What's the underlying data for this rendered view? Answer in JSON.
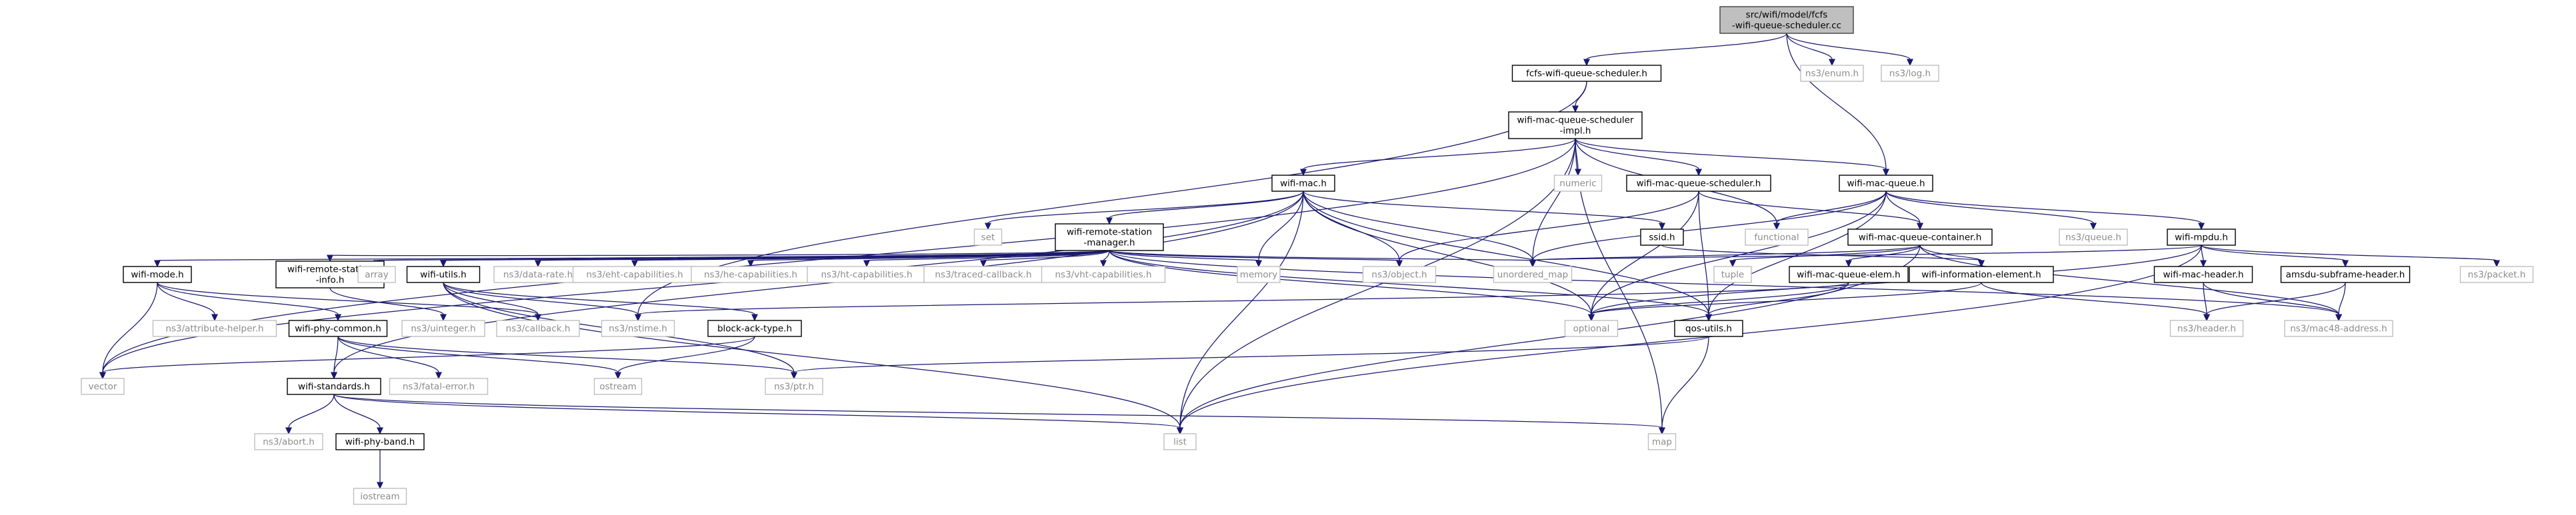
{
  "graph": {
    "nodes": [
      {
        "id": "root",
        "lines": [
          "src/wifi/model/fcfs",
          "-wifi-queue-scheduler.cc"
        ],
        "kind": "root"
      },
      {
        "id": "fcfs_h",
        "lines": [
          "fcfs-wifi-queue-scheduler.h"
        ],
        "kind": "file"
      },
      {
        "id": "enum_h",
        "lines": [
          "ns3/enum.h"
        ],
        "kind": "external"
      },
      {
        "id": "log_h",
        "lines": [
          "ns3/log.h"
        ],
        "kind": "external"
      },
      {
        "id": "impl_h",
        "lines": [
          "wifi-mac-queue-scheduler",
          "-impl.h"
        ],
        "kind": "file"
      },
      {
        "id": "wifimac_h",
        "lines": [
          "wifi-mac.h"
        ],
        "kind": "file"
      },
      {
        "id": "numeric",
        "lines": [
          "numeric"
        ],
        "kind": "external"
      },
      {
        "id": "sched_h",
        "lines": [
          "wifi-mac-queue-scheduler.h"
        ],
        "kind": "file"
      },
      {
        "id": "queue_h",
        "lines": [
          "wifi-mac-queue.h"
        ],
        "kind": "file"
      },
      {
        "id": "set",
        "lines": [
          "set"
        ],
        "kind": "external"
      },
      {
        "id": "rsm_h",
        "lines": [
          "wifi-remote-station",
          "-manager.h"
        ],
        "kind": "file"
      },
      {
        "id": "ssid_h",
        "lines": [
          "ssid.h"
        ],
        "kind": "file"
      },
      {
        "id": "functional",
        "lines": [
          "functional"
        ],
        "kind": "external"
      },
      {
        "id": "container_h",
        "lines": [
          "wifi-mac-queue-container.h"
        ],
        "kind": "file"
      },
      {
        "id": "ns3queue_h",
        "lines": [
          "ns3/queue.h"
        ],
        "kind": "external"
      },
      {
        "id": "mpdu_h",
        "lines": [
          "wifi-mpdu.h"
        ],
        "kind": "file"
      },
      {
        "id": "wifimode_h",
        "lines": [
          "wifi-mode.h"
        ],
        "kind": "file"
      },
      {
        "id": "rsi_h",
        "lines": [
          "wifi-remote-station",
          "-info.h"
        ],
        "kind": "file"
      },
      {
        "id": "array",
        "lines": [
          "array"
        ],
        "kind": "external"
      },
      {
        "id": "utils_h",
        "lines": [
          "wifi-utils.h"
        ],
        "kind": "file"
      },
      {
        "id": "datarate_h",
        "lines": [
          "ns3/data-rate.h"
        ],
        "kind": "external"
      },
      {
        "id": "eht_h",
        "lines": [
          "ns3/eht-capabilities.h"
        ],
        "kind": "external"
      },
      {
        "id": "he_h",
        "lines": [
          "ns3/he-capabilities.h"
        ],
        "kind": "external"
      },
      {
        "id": "ht_h",
        "lines": [
          "ns3/ht-capabilities.h"
        ],
        "kind": "external"
      },
      {
        "id": "traced_h",
        "lines": [
          "ns3/traced-callback.h"
        ],
        "kind": "external"
      },
      {
        "id": "vht_h",
        "lines": [
          "ns3/vht-capabilities.h"
        ],
        "kind": "external"
      },
      {
        "id": "memory",
        "lines": [
          "memory"
        ],
        "kind": "external"
      },
      {
        "id": "object_h",
        "lines": [
          "ns3/object.h"
        ],
        "kind": "external"
      },
      {
        "id": "unordered_map",
        "lines": [
          "unordered_map"
        ],
        "kind": "external"
      },
      {
        "id": "tuple",
        "lines": [
          "tuple"
        ],
        "kind": "external"
      },
      {
        "id": "elem_h",
        "lines": [
          "wifi-mac-queue-elem.h"
        ],
        "kind": "file"
      },
      {
        "id": "infoelem_h",
        "lines": [
          "wifi-information-element.h"
        ],
        "kind": "file"
      },
      {
        "id": "macheader_h",
        "lines": [
          "wifi-mac-header.h"
        ],
        "kind": "file"
      },
      {
        "id": "amsdu_h",
        "lines": [
          "amsdu-subframe-header.h"
        ],
        "kind": "file"
      },
      {
        "id": "packet_h",
        "lines": [
          "ns3/packet.h"
        ],
        "kind": "external"
      },
      {
        "id": "attrhelper_h",
        "lines": [
          "ns3/attribute-helper.h"
        ],
        "kind": "external"
      },
      {
        "id": "phycommon_h",
        "lines": [
          "wifi-phy-common.h"
        ],
        "kind": "file"
      },
      {
        "id": "uinteger_h",
        "lines": [
          "ns3/uinteger.h"
        ],
        "kind": "external"
      },
      {
        "id": "callback_h",
        "lines": [
          "ns3/callback.h"
        ],
        "kind": "external"
      },
      {
        "id": "nstime_h",
        "lines": [
          "ns3/nstime.h"
        ],
        "kind": "external"
      },
      {
        "id": "blockack_h",
        "lines": [
          "block-ack-type.h"
        ],
        "kind": "file"
      },
      {
        "id": "optional",
        "lines": [
          "optional"
        ],
        "kind": "external"
      },
      {
        "id": "qosutils_h",
        "lines": [
          "qos-utils.h"
        ],
        "kind": "file"
      },
      {
        "id": "header_h",
        "lines": [
          "ns3/header.h"
        ],
        "kind": "external"
      },
      {
        "id": "mac48_h",
        "lines": [
          "ns3/mac48-address.h"
        ],
        "kind": "external"
      },
      {
        "id": "vector",
        "lines": [
          "vector"
        ],
        "kind": "external"
      },
      {
        "id": "standards_h",
        "lines": [
          "wifi-standards.h"
        ],
        "kind": "file"
      },
      {
        "id": "fatalerror_h",
        "lines": [
          "ns3/fatal-error.h"
        ],
        "kind": "external"
      },
      {
        "id": "ostream",
        "lines": [
          "ostream"
        ],
        "kind": "external"
      },
      {
        "id": "ptr_h",
        "lines": [
          "ns3/ptr.h"
        ],
        "kind": "external"
      },
      {
        "id": "abort_h",
        "lines": [
          "ns3/abort.h"
        ],
        "kind": "external"
      },
      {
        "id": "phyband_h",
        "lines": [
          "wifi-phy-band.h"
        ],
        "kind": "file"
      },
      {
        "id": "list",
        "lines": [
          "list"
        ],
        "kind": "external"
      },
      {
        "id": "map",
        "lines": [
          "map"
        ],
        "kind": "external"
      },
      {
        "id": "iostream",
        "lines": [
          "iostream"
        ],
        "kind": "external"
      }
    ],
    "edges": [
      [
        "root",
        "fcfs_h"
      ],
      [
        "root",
        "enum_h"
      ],
      [
        "root",
        "log_h"
      ],
      [
        "root",
        "queue_h"
      ],
      [
        "fcfs_h",
        "impl_h"
      ],
      [
        "fcfs_h",
        "nstime_h"
      ],
      [
        "impl_h",
        "wifimac_h"
      ],
      [
        "impl_h",
        "numeric"
      ],
      [
        "impl_h",
        "sched_h"
      ],
      [
        "impl_h",
        "queue_h"
      ],
      [
        "impl_h",
        "functional"
      ],
      [
        "impl_h",
        "unordered_map"
      ],
      [
        "impl_h",
        "vector"
      ],
      [
        "impl_h",
        "list"
      ],
      [
        "impl_h",
        "map"
      ],
      [
        "wifimac_h",
        "set"
      ],
      [
        "wifimac_h",
        "rsm_h"
      ],
      [
        "wifimac_h",
        "ssid_h"
      ],
      [
        "wifimac_h",
        "memory"
      ],
      [
        "wifimac_h",
        "object_h"
      ],
      [
        "wifimac_h",
        "unordered_map"
      ],
      [
        "wifimac_h",
        "optional"
      ],
      [
        "wifimac_h",
        "qosutils_h"
      ],
      [
        "wifimac_h",
        "list"
      ],
      [
        "wifimac_h",
        "vector"
      ],
      [
        "wifimac_h",
        "standards_h"
      ],
      [
        "sched_h",
        "container_h"
      ],
      [
        "sched_h",
        "object_h"
      ],
      [
        "sched_h",
        "optional"
      ],
      [
        "sched_h",
        "qosutils_h"
      ],
      [
        "queue_h",
        "functional"
      ],
      [
        "queue_h",
        "container_h"
      ],
      [
        "queue_h",
        "ns3queue_h"
      ],
      [
        "queue_h",
        "mpdu_h"
      ],
      [
        "queue_h",
        "unordered_map"
      ],
      [
        "queue_h",
        "optional"
      ],
      [
        "queue_h",
        "qosutils_h"
      ],
      [
        "ssid_h",
        "infoelem_h"
      ],
      [
        "rsm_h",
        "wifimode_h"
      ],
      [
        "rsm_h",
        "rsi_h"
      ],
      [
        "rsm_h",
        "array"
      ],
      [
        "rsm_h",
        "utils_h"
      ],
      [
        "rsm_h",
        "datarate_h"
      ],
      [
        "rsm_h",
        "eht_h"
      ],
      [
        "rsm_h",
        "he_h"
      ],
      [
        "rsm_h",
        "ht_h"
      ],
      [
        "rsm_h",
        "traced_h"
      ],
      [
        "rsm_h",
        "vht_h"
      ],
      [
        "rsm_h",
        "memory"
      ],
      [
        "rsm_h",
        "object_h"
      ],
      [
        "rsm_h",
        "unordered_map"
      ],
      [
        "rsm_h",
        "optional"
      ],
      [
        "rsm_h",
        "qosutils_h"
      ],
      [
        "rsm_h",
        "mac48_h"
      ],
      [
        "container_h",
        "unordered_map"
      ],
      [
        "container_h",
        "tuple"
      ],
      [
        "container_h",
        "elem_h"
      ],
      [
        "container_h",
        "infoelem_h"
      ],
      [
        "container_h",
        "mac48_h"
      ],
      [
        "container_h",
        "list"
      ],
      [
        "mpdu_h",
        "unordered_map"
      ],
      [
        "mpdu_h",
        "macheader_h"
      ],
      [
        "mpdu_h",
        "amsdu_h"
      ],
      [
        "mpdu_h",
        "packet_h"
      ],
      [
        "mpdu_h",
        "optional"
      ],
      [
        "mpdu_h",
        "list"
      ],
      [
        "elem_h",
        "nstime_h"
      ],
      [
        "elem_h",
        "optional"
      ],
      [
        "elem_h",
        "qosutils_h"
      ],
      [
        "infoelem_h",
        "optional"
      ],
      [
        "infoelem_h",
        "header_h"
      ],
      [
        "macheader_h",
        "header_h"
      ],
      [
        "macheader_h",
        "mac48_h"
      ],
      [
        "amsdu_h",
        "header_h"
      ],
      [
        "amsdu_h",
        "mac48_h"
      ],
      [
        "wifimode_h",
        "attrhelper_h"
      ],
      [
        "wifimode_h",
        "phycommon_h"
      ],
      [
        "wifimode_h",
        "vector"
      ],
      [
        "wifimode_h",
        "callback_h"
      ],
      [
        "rsi_h",
        "uinteger_h"
      ],
      [
        "utils_h",
        "callback_h"
      ],
      [
        "utils_h",
        "nstime_h"
      ],
      [
        "utils_h",
        "blockack_h"
      ],
      [
        "utils_h",
        "ptr_h"
      ],
      [
        "utils_h",
        "list"
      ],
      [
        "phycommon_h",
        "standards_h"
      ],
      [
        "phycommon_h",
        "fatalerror_h"
      ],
      [
        "phycommon_h",
        "ptr_h"
      ],
      [
        "phycommon_h",
        "ostream"
      ],
      [
        "blockack_h",
        "vector"
      ],
      [
        "blockack_h",
        "ostream"
      ],
      [
        "qosutils_h",
        "ptr_h"
      ],
      [
        "qosutils_h",
        "map"
      ],
      [
        "standards_h",
        "abort_h"
      ],
      [
        "standards_h",
        "phyband_h"
      ],
      [
        "standards_h",
        "list"
      ],
      [
        "standards_h",
        "map"
      ],
      [
        "phyband_h",
        "iostream"
      ]
    ]
  }
}
